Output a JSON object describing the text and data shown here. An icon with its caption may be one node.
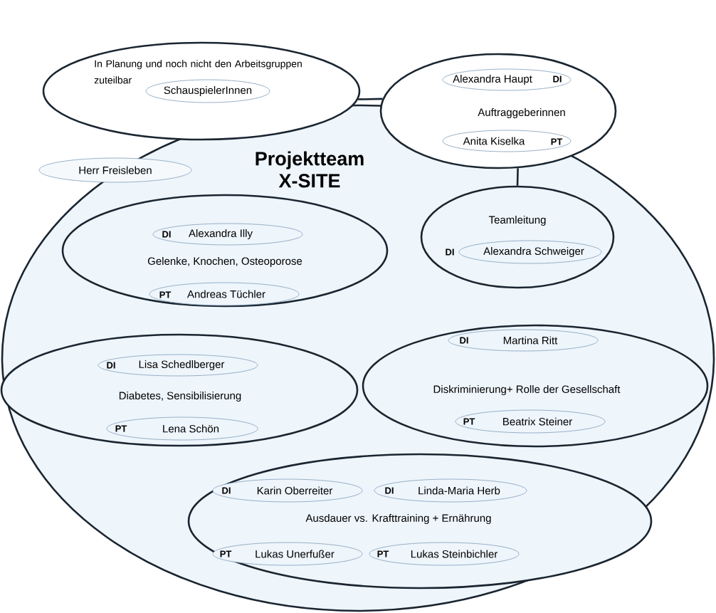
{
  "diagram": {
    "nodes": [
      {
        "text": [
          "Projektteam X-SITE"
        ]
      },
      {
        "text": [
          "In Planung und noch nicht den Arbeitsgruppen zuteilbar"
        ]
      },
      {
        "text": [
          "SchauspielerInnen"
        ],
        "in": 1
      },
      {
        "text": [
          "Herr Freisleben"
        ]
      },
      {
        "text": [
          "Auftraggeberinnen"
        ]
      },
      {
        "text": [
          "Alexandra Haupt",
          "DI"
        ],
        "in": 4
      },
      {
        "text": [
          "Anita Kiselka",
          "PT"
        ]
      },
      {
        "text": [
          "Teamleitung"
        ],
        "in": 0
      },
      {
        "text": [
          "Alexandra Schweiger"
        ],
        "beside": [
          "DI"
        ],
        "in": 7
      },
      {
        "text": [
          "Gelenke, Knochen, Osteoporose"
        ],
        "in": 0
      },
      {
        "text": [
          "DI",
          "Alexandra Illy"
        ],
        "in": 9
      },
      {
        "text": [
          "PT",
          "Andreas Tüchler"
        ],
        "in": 9
      },
      {
        "text": [
          "Diabetes, Sensibilisierung"
        ],
        "in": 0
      },
      {
        "text": [
          "DI",
          "Lisa Schedlberger"
        ],
        "in": 12
      },
      {
        "text": [
          "PT",
          "Lena Schön"
        ],
        "in": 12
      },
      {
        "text": [
          "Diskriminierung+ Rolle der Gesellschaft"
        ],
        "in": 0
      },
      {
        "text": [
          "DI",
          "Martina Ritt"
        ],
        "in": 15
      },
      {
        "text": [
          "PT",
          "Beatrix Steiner"
        ],
        "in": 15
      },
      {
        "text": [
          "Ausdauer vs. Krafttraining + Ernährung"
        ],
        "in": 0
      },
      {
        "text": [
          "DI",
          "Karin Oberreiter"
        ],
        "in": 18
      },
      {
        "text": [
          "DI",
          "Linda-Maria Herb"
        ],
        "in": 18
      },
      {
        "text": [
          "PT",
          "Lukas Unerfußer"
        ],
        "in": 18
      },
      {
        "text": [
          "PT",
          "Lukas Steinbichler"
        ],
        "in": 18
      }
    ],
    "edges": [
      {
        "from": 1,
        "to": 4,
        "arrow": "none"
      },
      {
        "from": 4,
        "to": 7,
        "arrow": "none"
      }
    ]
  }
}
